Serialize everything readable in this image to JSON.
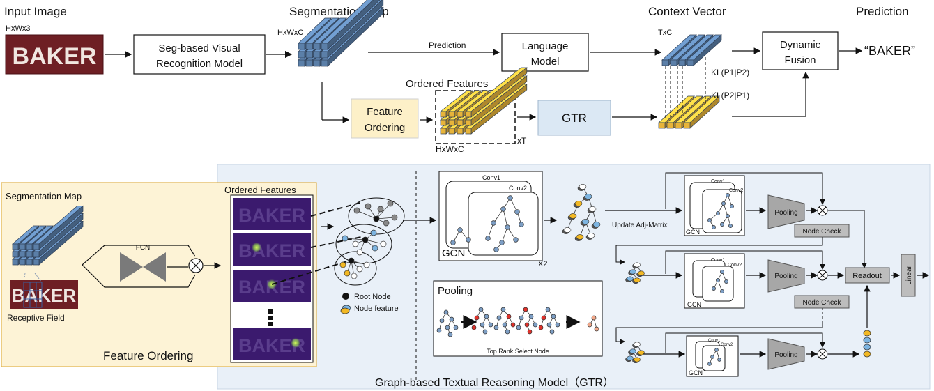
{
  "headers": {
    "input_image": "Input Image",
    "segmentation_map": "Segmentation Map",
    "context_vector": "Context Vector",
    "prediction": "Prediction"
  },
  "dims": {
    "input": "HxWx3",
    "seg": "HxWxC",
    "ctx": "TxC",
    "ordered": "HxWxC",
    "times_t": "xT"
  },
  "word": "BAKER",
  "boxes": {
    "seg_model_l1": "Seg-based Visual",
    "seg_model_l2": "Recognition Model",
    "lang_l1": "Language",
    "lang_l2": "Model",
    "fusion_l1": "Dynamic",
    "fusion_l2": "Fusion",
    "feat_order_l1": "Feature",
    "feat_order_l2": "Ordering",
    "gtr": "GTR"
  },
  "labels": {
    "prediction_arrow": "Prediction",
    "ordered_features": "Ordered Features",
    "kl1": "KL(P1|P2)",
    "kl2": "KL(P2|P1)",
    "output": "“BAKER”"
  },
  "feature_ordering_panel": {
    "seg_map": "Segmentation Map",
    "ordered_features": "Ordered Features",
    "fcn": "FCN",
    "receptive_field": "Receptive Field",
    "title": "Feature Ordering"
  },
  "gtr_panel": {
    "root_node": "Root Node",
    "node_feature": "Node feature",
    "gcn": "GCN",
    "conv1": "Conv1",
    "conv2": "Conv2",
    "x2": "X2",
    "pooling_title": "Pooling",
    "top_rank": "Top Rank Select Node",
    "update_adj": "Update Adj-Matrix",
    "pooling": "Pooling",
    "node_check": "Node Check",
    "readout": "Readout",
    "linear": "Linear",
    "title": "Graph-based Textual Reasoning Model（GTR）"
  },
  "colors": {
    "cube_blue": "#5b7fa8",
    "cube_gold": "#e7b43a",
    "panel_yellow": "#fdf3d6",
    "panel_blue": "#e9f0f8",
    "feature_box": "#fdf0c8",
    "gtr_box": "#dbe8f4",
    "gray_box": "#bdbdbd"
  }
}
